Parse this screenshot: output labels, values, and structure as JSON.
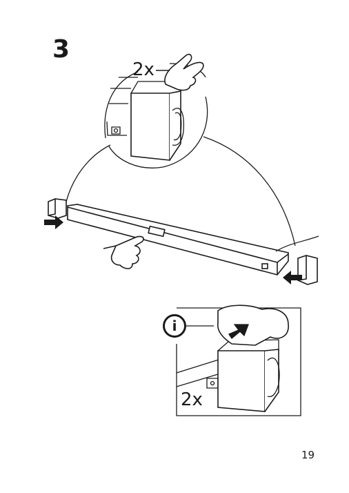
{
  "step": {
    "number": "3"
  },
  "top_detail": {
    "count": "2x"
  },
  "bottom_detail": {
    "count": "2x",
    "icon": "info-icon"
  },
  "page": {
    "number": "19"
  }
}
